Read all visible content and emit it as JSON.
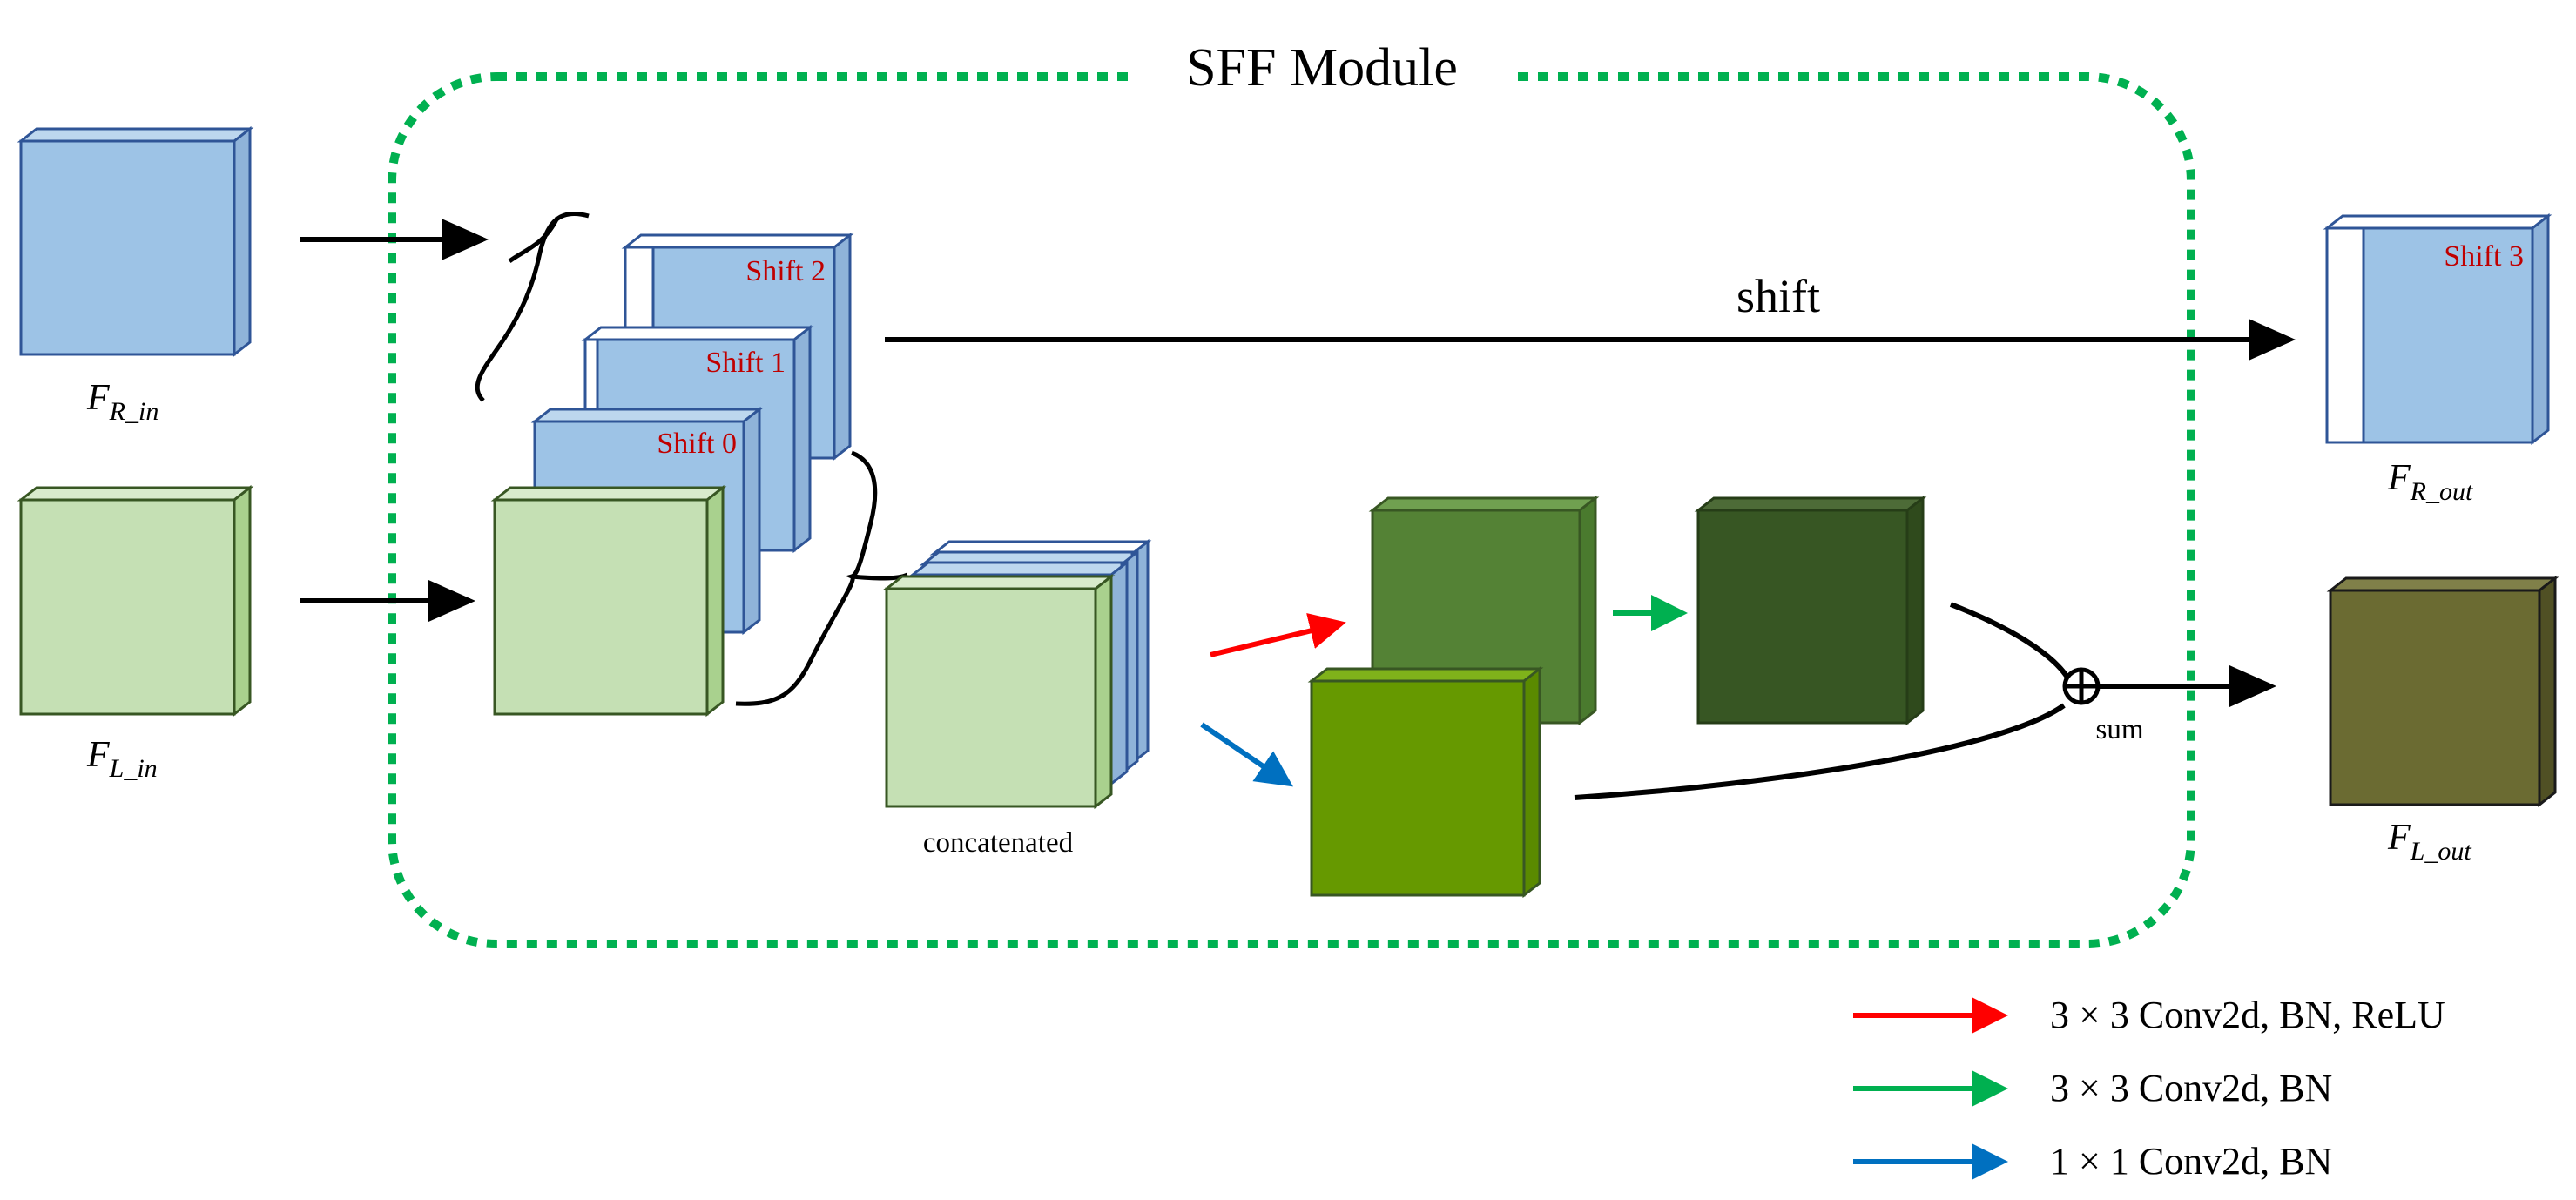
{
  "module": {
    "title": "SFF Module"
  },
  "inputs": {
    "right": {
      "symbol": "F",
      "subscript": "R_in"
    },
    "left": {
      "symbol": "F",
      "subscript": "L_in"
    }
  },
  "outputs": {
    "right": {
      "symbol": "F",
      "subscript": "R_out"
    },
    "left": {
      "symbol": "F",
      "subscript": "L_out"
    }
  },
  "shift_labels": [
    "Shift 0",
    "Shift 1",
    "Shift 2",
    "Shift 3"
  ],
  "labels": {
    "shift_arrow": "shift",
    "concatenated": "concatenated",
    "sum": "sum"
  },
  "legend": [
    {
      "label": "3 × 3 Conv2d, BN, ReLU",
      "color": "#ff0000"
    },
    {
      "label": "3 × 3 Conv2d, BN",
      "color": "#00b050"
    },
    {
      "label": "1 × 1 Conv2d, BN",
      "color": "#0070c0"
    }
  ],
  "colors": {
    "blue_feature": "#9dc3e6",
    "light_green_feature": "#c5e0b4",
    "green_feature": "#548235",
    "bright_green_feature": "#669900",
    "dark_green_feature": "#375623",
    "olive_feature": "#6b6b32",
    "module_border": "#00b050"
  }
}
